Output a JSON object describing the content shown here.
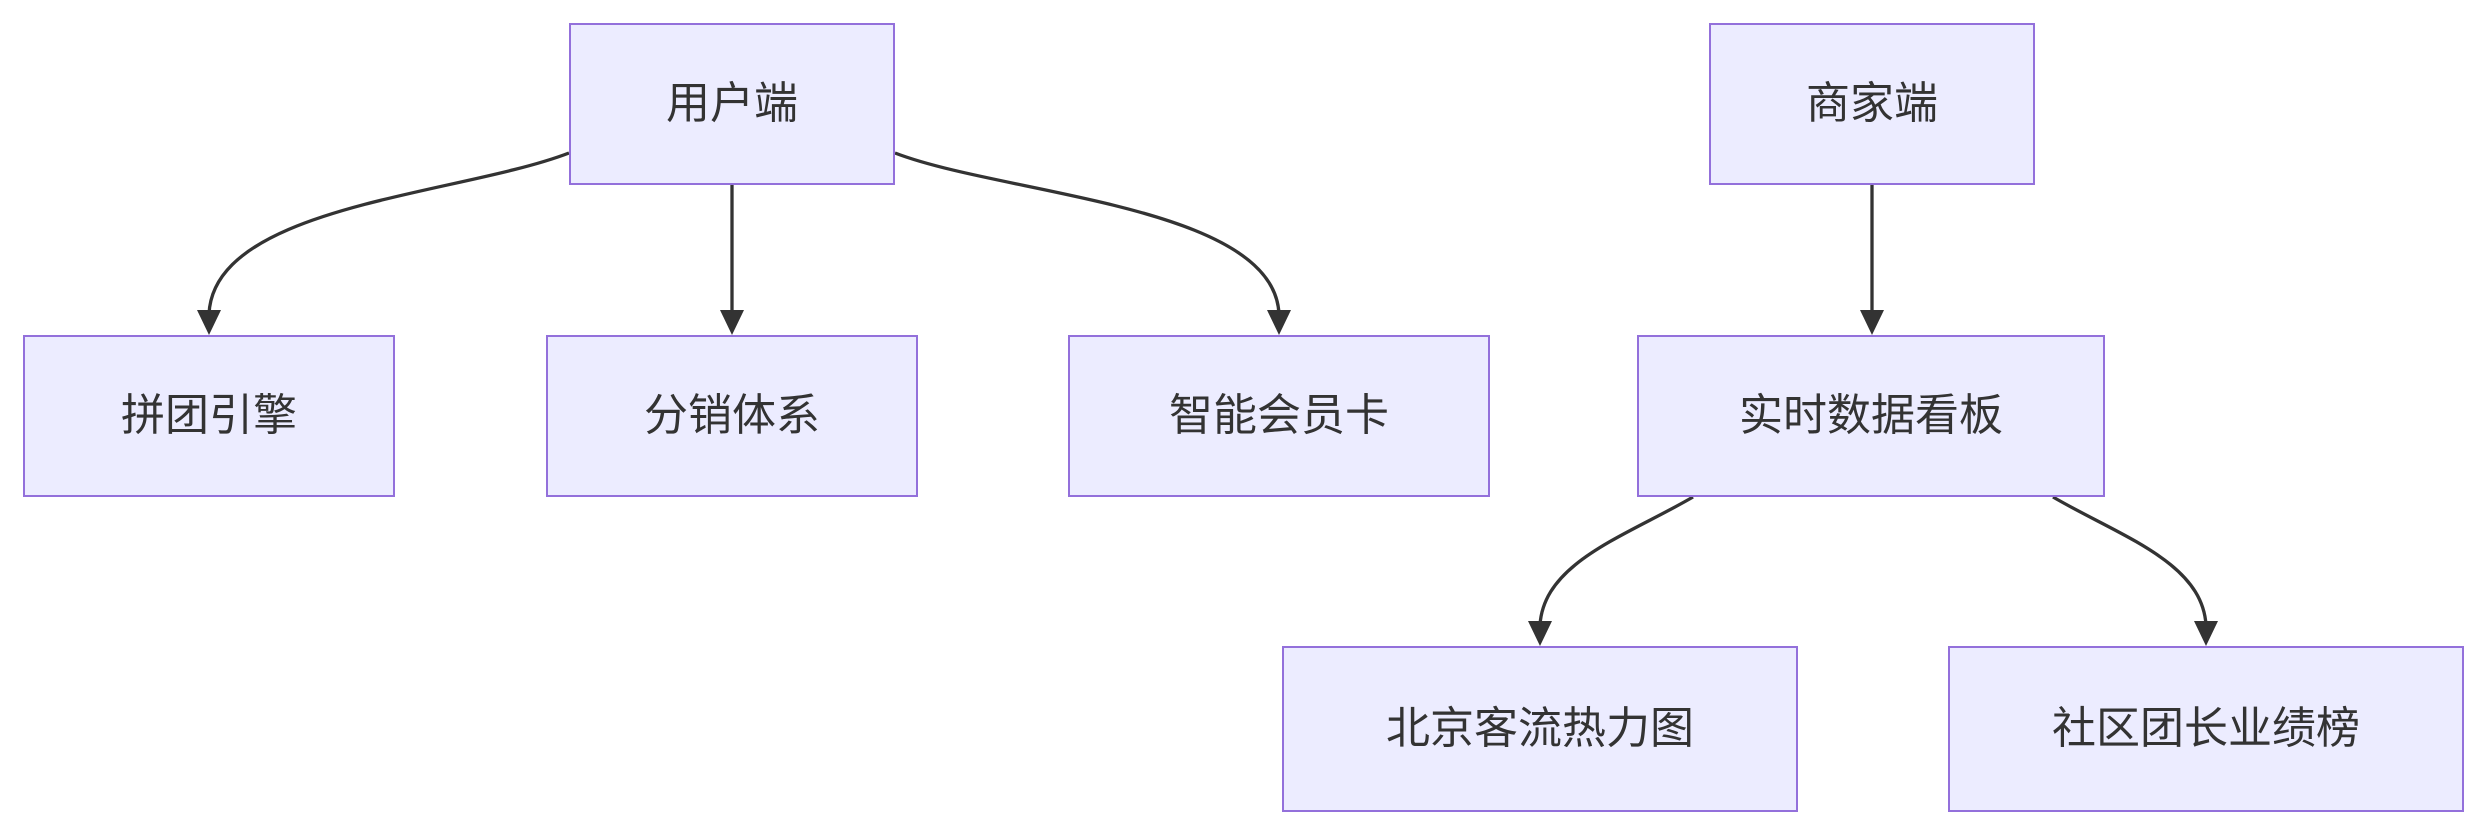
{
  "diagram": {
    "type": "flowchart",
    "direction": "top-down",
    "nodes": [
      {
        "id": "user-client",
        "label": "用户端"
      },
      {
        "id": "merchant-client",
        "label": "商家端"
      },
      {
        "id": "group-buy-engine",
        "label": "拼团引擎"
      },
      {
        "id": "distribution-system",
        "label": "分销体系"
      },
      {
        "id": "smart-member-card",
        "label": "智能会员卡"
      },
      {
        "id": "realtime-dashboard",
        "label": "实时数据看板"
      },
      {
        "id": "beijing-heatmap",
        "label": "北京客流热力图"
      },
      {
        "id": "leader-board",
        "label": "社区团长业绩榜"
      }
    ],
    "edges": [
      {
        "from": "用户端",
        "to": "拼团引擎"
      },
      {
        "from": "用户端",
        "to": "分销体系"
      },
      {
        "from": "用户端",
        "to": "智能会员卡"
      },
      {
        "from": "商家端",
        "to": "实时数据看板"
      },
      {
        "from": "实时数据看板",
        "to": "北京客流热力图"
      },
      {
        "from": "实时数据看板",
        "to": "社区团长业绩榜"
      }
    ]
  },
  "theme": {
    "background": "#FFFFFF",
    "node_fill": "#ECECFF",
    "node_border": "#9370DB",
    "edge_color": "#333333",
    "text_color": "#333333"
  }
}
